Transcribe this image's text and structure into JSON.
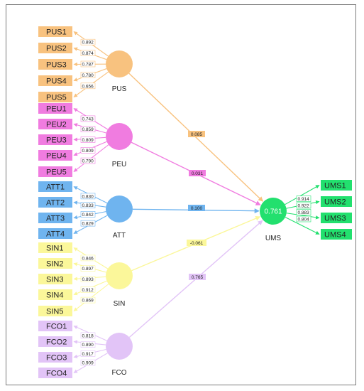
{
  "colors": {
    "PUS": "#f8c27f",
    "PEU": "#f07ce0",
    "ATT": "#6fb4ef",
    "SIN": "#fbf79a",
    "FCO": "#e2c4f7",
    "UMS": "#22e06e",
    "border": "#7a7a7a"
  },
  "constructs": [
    {
      "id": "PUS",
      "label": "PUS",
      "indicators": [
        "PUS1",
        "PUS2",
        "PUS3",
        "PUS4",
        "PUS5"
      ],
      "loadings": [
        "0.892",
        "0.874",
        "0.787",
        "0.780",
        "0.656"
      ],
      "path_coefficient": "0.085"
    },
    {
      "id": "PEU",
      "label": "PEU",
      "indicators": [
        "PEU1",
        "PEU2",
        "PEU3",
        "PEU4",
        "PEU5"
      ],
      "loadings": [
        "0.743",
        "0.859",
        "0.809",
        "0.809",
        "0.790"
      ],
      "path_coefficient": "0.031"
    },
    {
      "id": "ATT",
      "label": "ATT",
      "indicators": [
        "ATT1",
        "ATT2",
        "ATT3",
        "ATT4"
      ],
      "loadings": [
        "0.830",
        "0.833",
        "0.842",
        "0.829"
      ],
      "path_coefficient": "0.100"
    },
    {
      "id": "SIN",
      "label": "SIN",
      "indicators": [
        "SIN1",
        "SIN2",
        "SIN3",
        "SIN4",
        "SIN5"
      ],
      "loadings": [
        "0.846",
        "0.897",
        "0.893",
        "0.912",
        "0.869"
      ],
      "path_coefficient": "-0.061"
    },
    {
      "id": "FCO",
      "label": "FCO",
      "indicators": [
        "FCO1",
        "FCO2",
        "FCO3",
        "FCO4"
      ],
      "loadings": [
        "0.818",
        "0.890",
        "0.917",
        "0.909"
      ],
      "path_coefficient": "0.765"
    }
  ],
  "target": {
    "id": "UMS",
    "label": "UMS",
    "r_squared": "0.761",
    "indicators": [
      "UMS1",
      "UMS2",
      "UMS3",
      "UMS4"
    ],
    "loadings": [
      "0.914",
      "0.922",
      "0.883",
      "0.804"
    ]
  }
}
